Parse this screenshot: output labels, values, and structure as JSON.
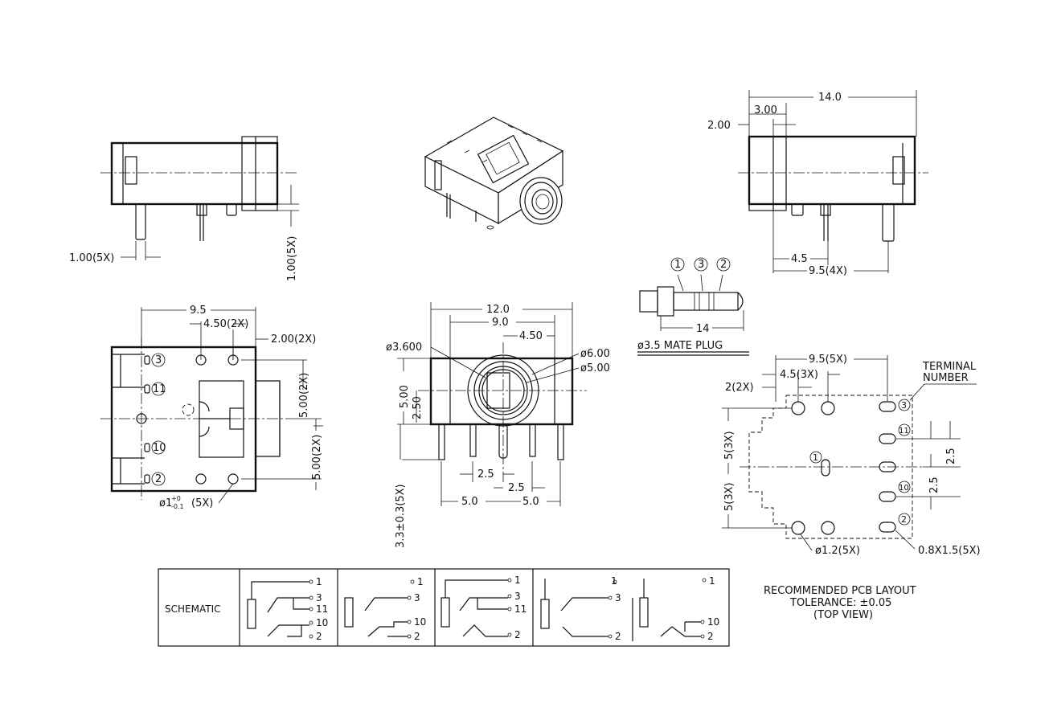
{
  "side_view_left": {
    "pin_pitch_label": "1.00(5X)",
    "pin_height_label": "1.00(5X)"
  },
  "side_view_right": {
    "overall_length": "14.0",
    "flange_width": "3.00",
    "flange_offset": "2.00",
    "pin_offset": "4.5",
    "pin_span": "9.5(4X)"
  },
  "mate_plug": {
    "contacts": [
      "1",
      "3",
      "2"
    ],
    "length": "14",
    "label": "ø3.5 MATE PLUG"
  },
  "bottom_view": {
    "width_label": "9.5",
    "pitch_x": "4.50(2X)",
    "edge_offset": "2.00(2X)",
    "pin_numbers": [
      "3",
      "11",
      "10",
      "2"
    ],
    "pitch_y_top": "5.00(2X)",
    "pitch_y_bottom": "5.00(2X)",
    "hole_label_prefix": "ø1",
    "hole_tol_plus": "+0",
    "hole_tol_minus": "-0.1",
    "hole_label_suffix": "(5X)"
  },
  "front_view": {
    "width": "12.0",
    "pin_span": "9.0",
    "center_offset": "4.50",
    "dia_small": "ø3.600",
    "dia_outer": "ø6.00",
    "dia_inner": "ø5.00",
    "height": "5.00",
    "center_height": "2.50",
    "pin_length": "3.3±0.3(5X)",
    "pitch_a": "2.5",
    "pitch_b": "2.5",
    "half_left": "5.0",
    "half_right": "5.0"
  },
  "pcb_layout": {
    "terminal_label_1": "TERMINAL",
    "terminal_label_2": "NUMBER",
    "x_span": "9.5(5X)",
    "x_pitch": "4.5(3X)",
    "x_offset": "2(2X)",
    "y_top": "5(3X)",
    "y_bottom": "5(3X)",
    "y_right_top": "2.5",
    "y_right_bottom": "2.5",
    "terminals": [
      "3",
      "11",
      "1",
      "10",
      "2"
    ],
    "hole_label": "ø1.2(5X)",
    "slot_label": "0.8X1.5(5X)",
    "title_1": "RECOMMENDED PCB LAYOUT",
    "title_2": "TOLERANCE: ±0.05",
    "title_3": "(TOP VIEW)"
  },
  "schematic": {
    "title": "SCHEMATIC",
    "cell1": [
      "1",
      "3",
      "11",
      "10",
      "2"
    ],
    "cell2": [
      "1",
      "3",
      "10",
      "2"
    ],
    "cell3": [
      "1",
      "3",
      "11",
      "2"
    ],
    "cell4": [
      "1",
      "3",
      "2"
    ],
    "cell5": [
      "1",
      "10",
      "2"
    ]
  }
}
